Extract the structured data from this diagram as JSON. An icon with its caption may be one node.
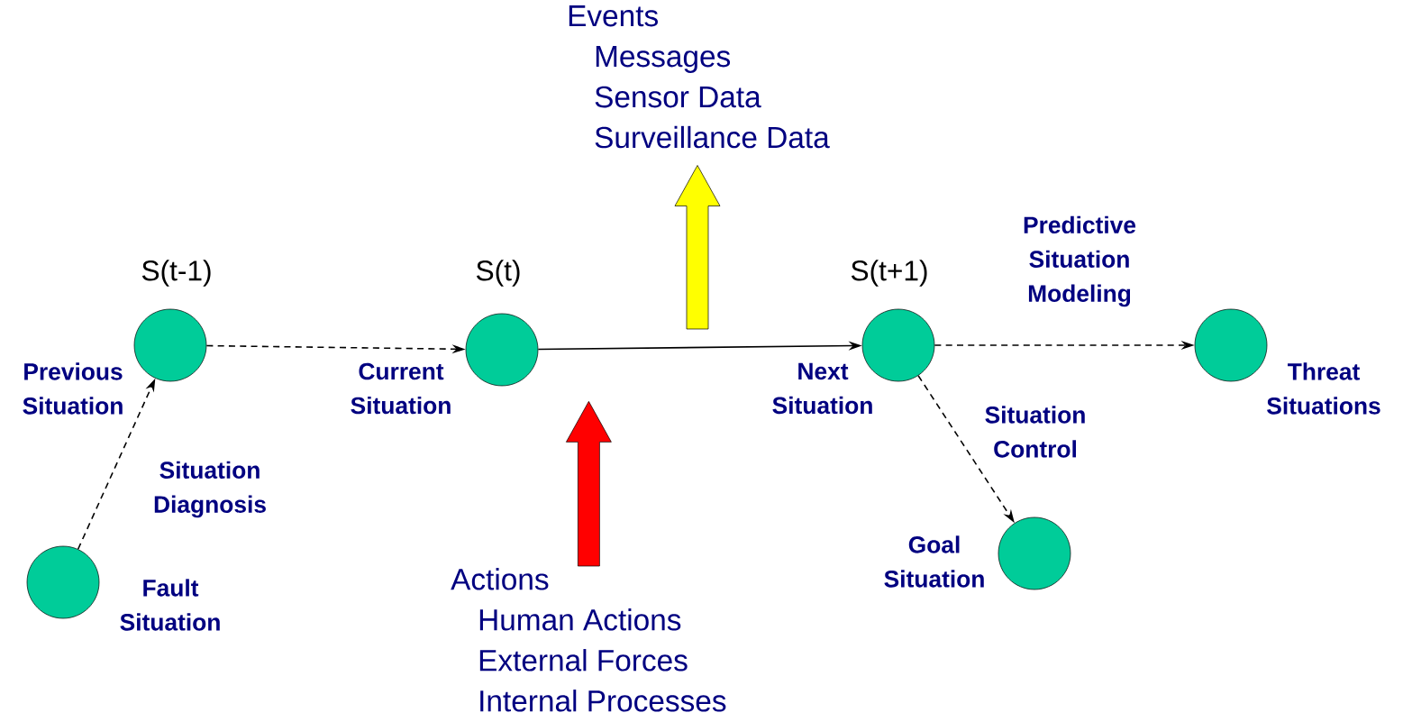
{
  "diagram": {
    "nodes": [
      {
        "text": [
          "S(t-1)",
          "Previous Situation"
        ]
      },
      {
        "text": [
          "S(t)",
          "Current Situation"
        ]
      },
      {
        "text": [
          "S(t+1)",
          "Next Situation"
        ]
      },
      {
        "text": [
          "Threat Situations"
        ]
      },
      {
        "text": [
          "Goal Situation"
        ]
      },
      {
        "text": [
          "Fault Situation"
        ]
      },
      {
        "text": [
          "Events",
          "Messages",
          "Sensor Data",
          "Surveillance Data"
        ]
      },
      {
        "text": [
          "Actions",
          "Human Actions",
          "External Forces",
          "Internal Processes"
        ]
      }
    ],
    "edges": [
      {
        "from": 0,
        "to": 1,
        "arrow": "to",
        "style": "dashed"
      },
      {
        "from": 1,
        "to": 2,
        "arrow": "to"
      },
      {
        "from": 2,
        "to": 3,
        "arrow": "to",
        "style": "dashed",
        "label": "Predictive Situation Modeling"
      },
      {
        "from": 2,
        "to": 4,
        "arrow": "to",
        "style": "dashed",
        "label": "Situation Control"
      },
      {
        "from": 5,
        "to": 0,
        "arrow": "to",
        "style": "dashed",
        "label": "Situation Diagnosis"
      },
      {
        "from": null,
        "to": 6,
        "arrow": "to",
        "style": "thick",
        "color": "#ffff00"
      },
      {
        "from": 7,
        "to": 1,
        "arrow": "to",
        "style": "thick",
        "color": "#ff0000"
      }
    ]
  }
}
